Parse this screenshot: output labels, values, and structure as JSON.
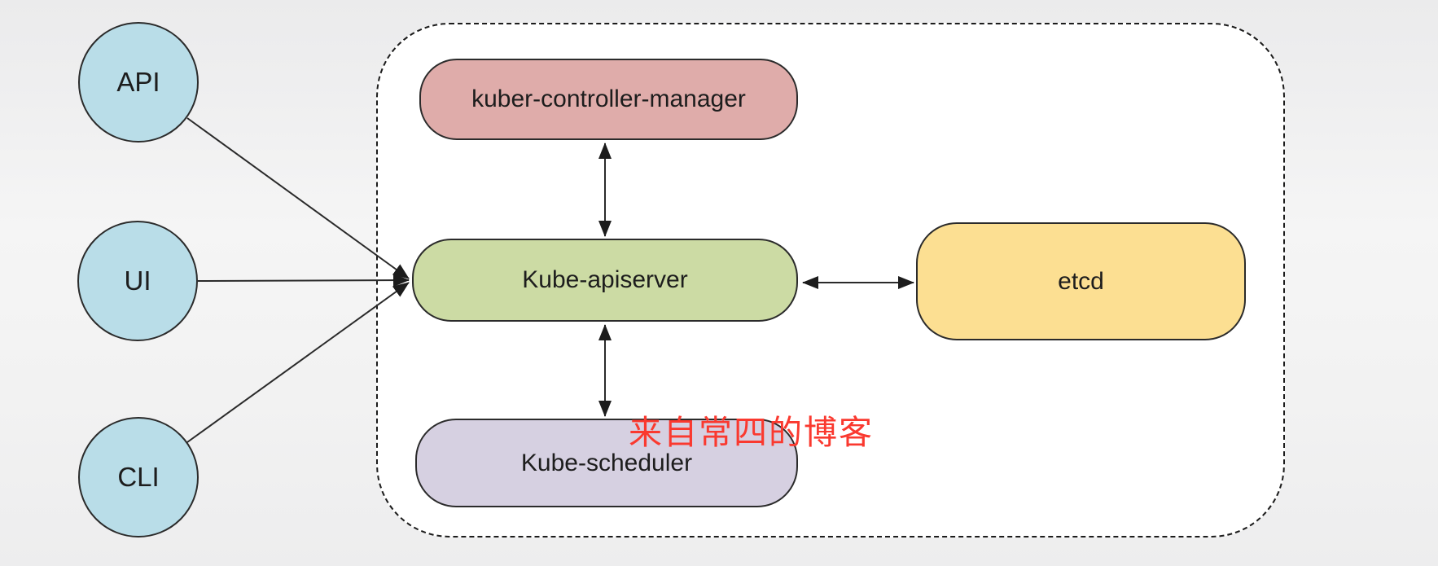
{
  "diagram": {
    "title": "kubernetes-control-plane-architecture",
    "nodes": {
      "api": {
        "label": "API",
        "shape": "circle",
        "fill": "#b9dde8"
      },
      "ui": {
        "label": "UI",
        "shape": "circle",
        "fill": "#b9dde8"
      },
      "cli": {
        "label": "CLI",
        "shape": "circle",
        "fill": "#b9dde8"
      },
      "controller_manager": {
        "label": "kuber-controller-manager",
        "shape": "rounded-rect",
        "fill": "#dfacaa"
      },
      "apiserver": {
        "label": "Kube-apiserver",
        "shape": "rounded-rect",
        "fill": "#ccdba4"
      },
      "scheduler": {
        "label": "Kube-scheduler",
        "shape": "rounded-rect",
        "fill": "#d6d0e1"
      },
      "etcd": {
        "label": "etcd",
        "shape": "rounded-rect",
        "fill": "#fcdf92"
      }
    },
    "edges": [
      {
        "from": "API",
        "to": "Kube-apiserver",
        "direction": "one-way"
      },
      {
        "from": "UI",
        "to": "Kube-apiserver",
        "direction": "one-way"
      },
      {
        "from": "CLI",
        "to": "Kube-apiserver",
        "direction": "one-way"
      },
      {
        "from": "kuber-controller-manager",
        "to": "Kube-apiserver",
        "direction": "two-way"
      },
      {
        "from": "Kube-apiserver",
        "to": "Kube-scheduler",
        "direction": "two-way"
      },
      {
        "from": "Kube-apiserver",
        "to": "etcd",
        "direction": "two-way"
      }
    ],
    "watermark": {
      "text": "来自常四的博客",
      "color": "#fa392f"
    },
    "colors": {
      "background": "#f0f0f0",
      "cluster_fill": "#ffffff",
      "stroke": "#1c1c1c"
    }
  }
}
